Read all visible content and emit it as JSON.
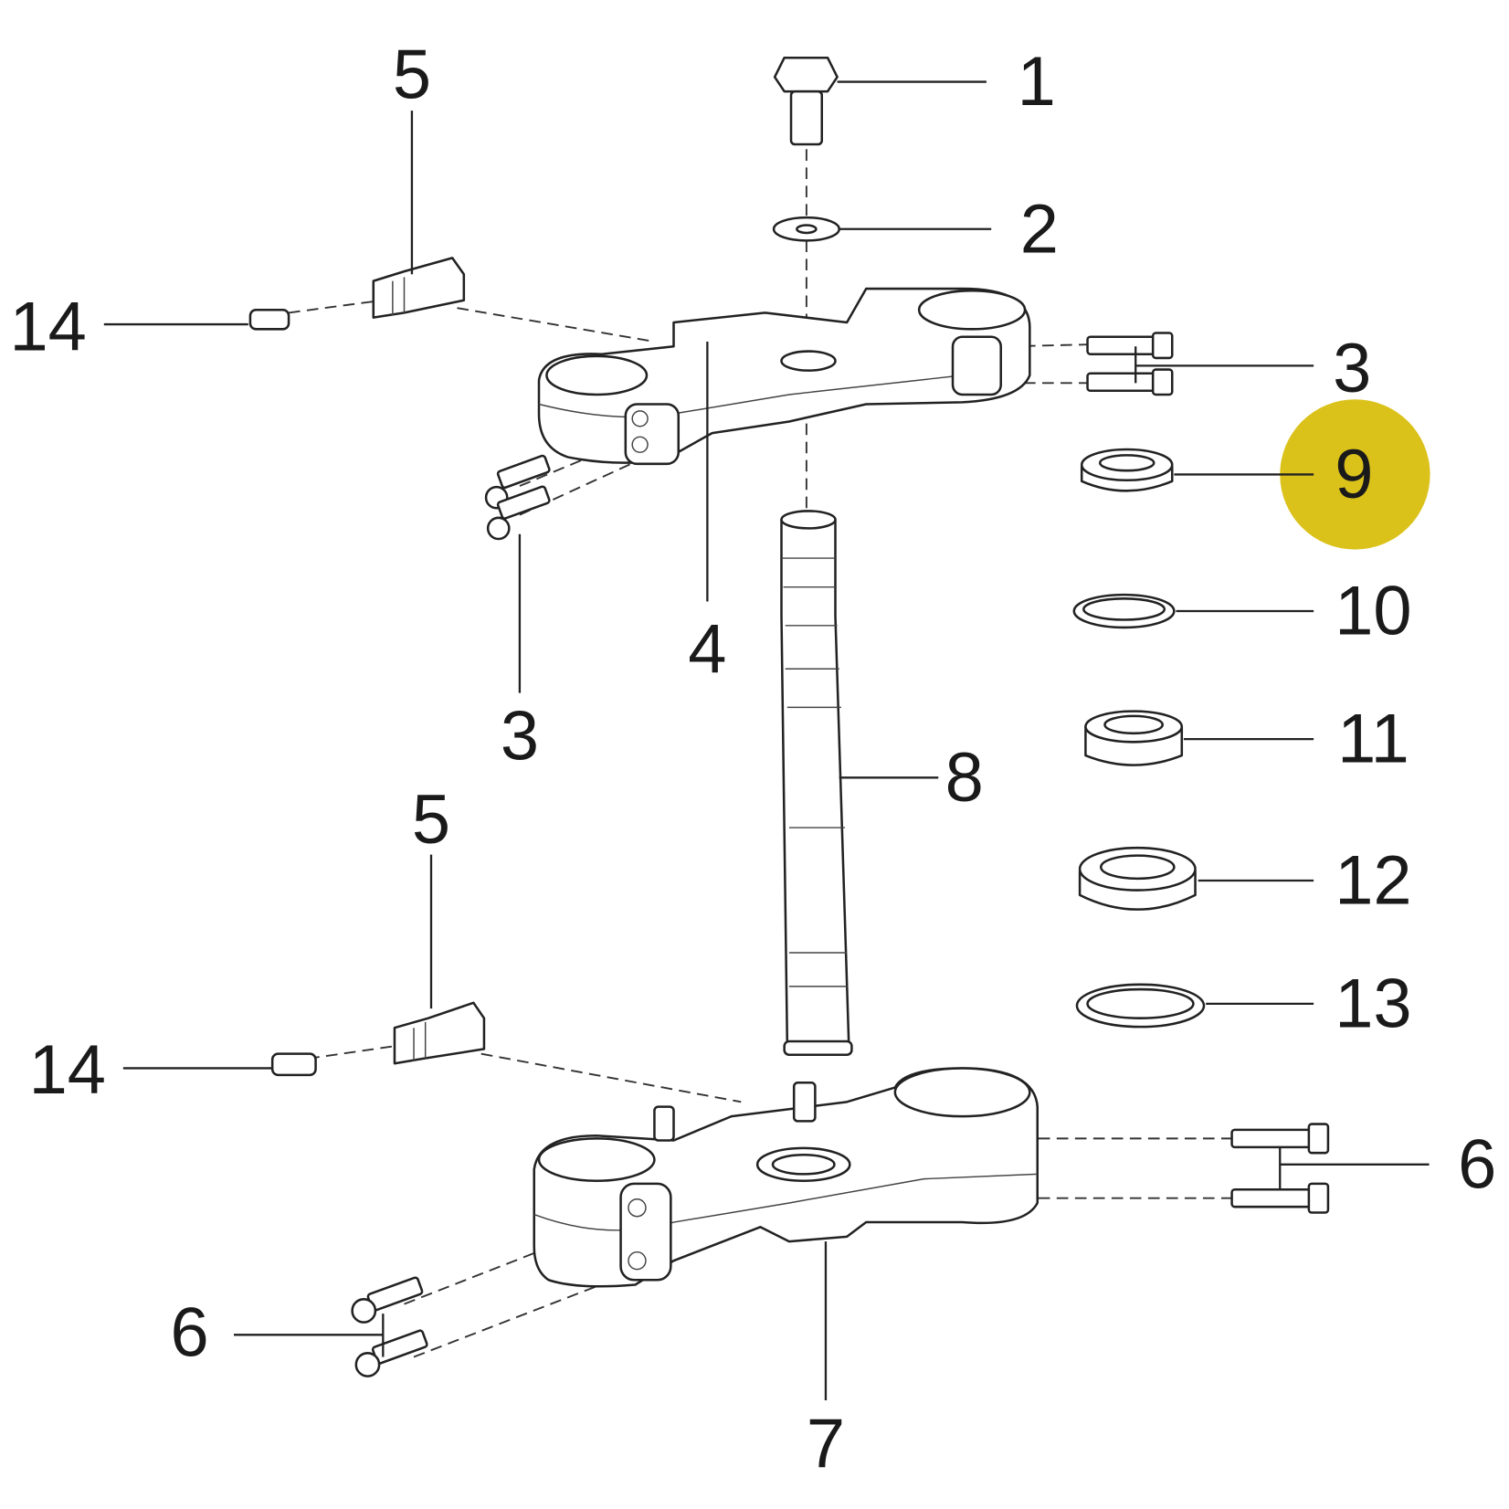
{
  "title": "Steering stem / triple clamp exploded parts diagram",
  "highlight_color": "#d9bf0f",
  "highlighted_part": "9",
  "callouts": {
    "p1": "1",
    "p2": "2",
    "p3_right": "3",
    "p3_left": "3",
    "p4": "4",
    "p5_upper": "5",
    "p5_lower": "5",
    "p6_right": "6",
    "p6_left": "6",
    "p7": "7",
    "p8": "8",
    "p9": "9",
    "p10": "10",
    "p11": "11",
    "p12": "12",
    "p13": "13",
    "p14_upper": "14",
    "p14_lower": "14"
  }
}
